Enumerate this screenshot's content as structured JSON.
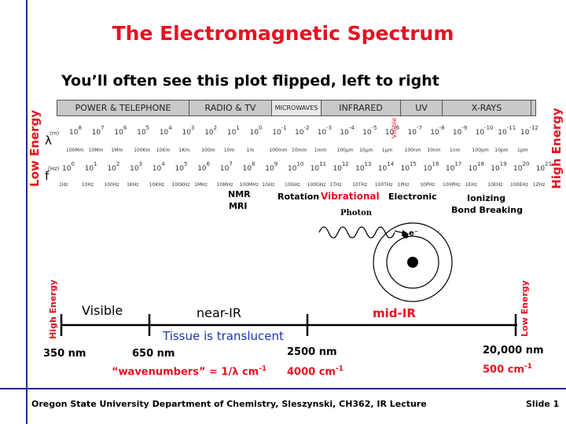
{
  "title": "The Electromagnetic Spectrum",
  "subtitle": "You’ll often see this plot flipped, left to right",
  "side_labels": {
    "left": "Low Energy",
    "right": "High Energy"
  },
  "row_symbols": {
    "lambda": "λ",
    "lambda_unit": "(m)",
    "freq": "f",
    "freq_unit": "(Hz)"
  },
  "bands": [
    "POWER & TELEPHONE",
    "RADIO & TV",
    "MICROWAVES",
    "INFRARED",
    "UV",
    "X-RAYS"
  ],
  "visible_band": "Visible",
  "wavelength_exponents": [
    "8",
    "7",
    "6",
    "5",
    "4",
    "3",
    "2",
    "1",
    "0",
    "-1",
    "-2",
    "-3",
    "-4",
    "-5",
    "-6",
    "-7",
    "-8",
    "-9",
    "-10",
    "-11",
    "-12"
  ],
  "wavelength_labels": [
    "100Mm",
    "10Mm",
    "1Mm",
    "100Km",
    "10Km",
    "1Km",
    "100m",
    "10m",
    "1m",
    "100mm",
    "10mm",
    "1mm",
    "100μm",
    "10μm",
    "1μm",
    "100nm",
    "10nm",
    "1nm",
    "100pm",
    "10pm",
    "1pm"
  ],
  "frequency_exponents": [
    "0",
    "1",
    "2",
    "3",
    "4",
    "5",
    "6",
    "7",
    "8",
    "9",
    "10",
    "11",
    "12",
    "13",
    "14",
    "15",
    "16",
    "17",
    "18",
    "19",
    "20",
    "21"
  ],
  "frequency_labels": [
    "1Hz",
    "10Hz",
    "100Hz",
    "1KHz",
    "10KHz",
    "100KHz",
    "1MHz",
    "10MHz",
    "100MHz",
    "1GHz",
    "10GHz",
    "100GHz",
    "1THz",
    "10THz",
    "100THz",
    "1PHz",
    "10PHz",
    "100PHz",
    "1EHz",
    "10EHz",
    "100EHz",
    "1ZHz"
  ],
  "base_ten": "10",
  "transitions": {
    "nmr": "NMR",
    "mri": "MRI",
    "rotation": "Rotation",
    "vibrational": "Vibrational",
    "electronic": "Electronic",
    "ionizing": "Ionizing",
    "bond_breaking": "Bond Breaking"
  },
  "photon_label": "Photon",
  "electron_label": "e⁻",
  "bottom": {
    "high_energy": "High Energy",
    "low_energy": "Low Energy",
    "visible": "Visible",
    "near_ir": "near-IR",
    "mid_ir": "mid-IR",
    "tissue": "Tissue is translucent",
    "nm_350": "350 nm",
    "nm_650": "650 nm",
    "nm_2500": "2500 nm",
    "nm_20000": "20,000 nm",
    "wavenumbers": "“wavenumbers” = 1/λ  cm",
    "wn_4000": "4000 cm",
    "wn_500": "500 cm",
    "sup_minus1": "-1"
  },
  "footer": {
    "left": "Oregon State University Department of Chemistry, Sleszynski, CH362, IR Lecture",
    "right": "Slide 1"
  }
}
